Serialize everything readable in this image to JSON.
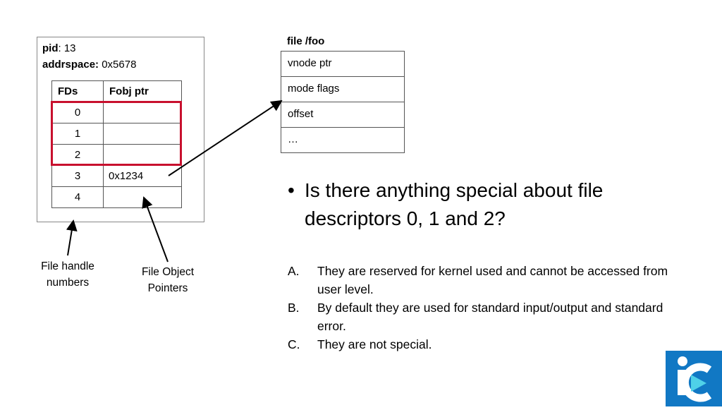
{
  "process": {
    "pid_label": "pid",
    "pid_value": ": 13",
    "addrspace_label": "addrspace:",
    "addrspace_value": " 0x5678",
    "table": {
      "headers": [
        "FDs",
        "Fobj ptr"
      ],
      "rows": [
        {
          "fd": "0",
          "ptr": ""
        },
        {
          "fd": "1",
          "ptr": ""
        },
        {
          "fd": "2",
          "ptr": ""
        },
        {
          "fd": "3",
          "ptr": "0x1234"
        },
        {
          "fd": "4",
          "ptr": ""
        }
      ]
    }
  },
  "file_object": {
    "title": "file /foo",
    "fields": [
      "vnode ptr",
      "mode flags",
      "offset",
      "…"
    ]
  },
  "captions": {
    "file_handle_line1": "File handle",
    "file_handle_line2": "numbers",
    "file_object_line1": "File Object",
    "file_object_line2": "Pointers"
  },
  "question": {
    "bullet": "•",
    "text": "Is there anything special about file descriptors 0, 1 and 2?"
  },
  "answers": [
    {
      "letter": "A.",
      "text": "They are reserved for kernel used and cannot be accessed from user level."
    },
    {
      "letter": "B.",
      "text": "By default they are used for standard input/output and standard error."
    },
    {
      "letter": "C.",
      "text": "They are not special."
    }
  ],
  "colors": {
    "highlight": "#c8102e",
    "logo_bg": "#1178c4"
  },
  "icons": {
    "logo": "ic-logo-icon"
  }
}
